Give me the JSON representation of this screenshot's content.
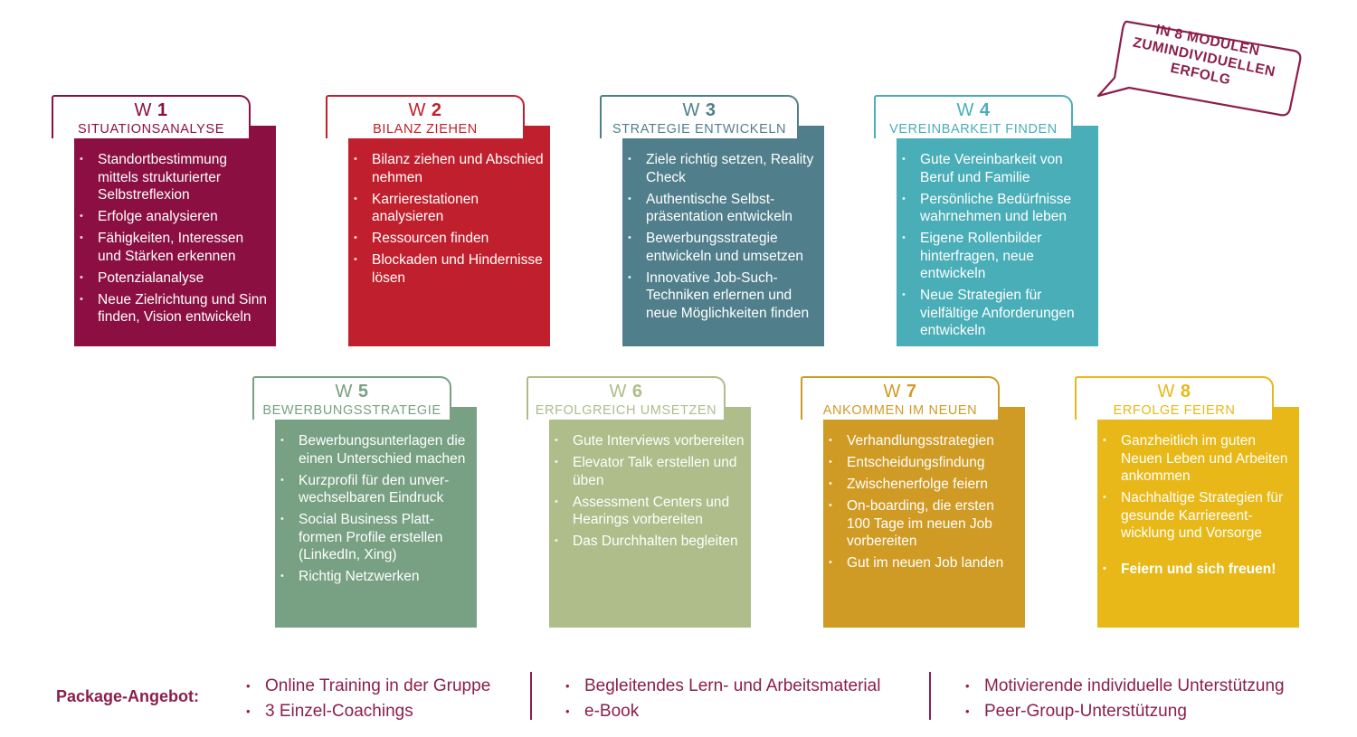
{
  "colors": {
    "brand": "#8b1f4b",
    "w1": "#8b1041",
    "w2": "#c0202d",
    "w3": "#507f8b",
    "w4": "#4aaeb8",
    "w5": "#77a182",
    "w6": "#aebd8a",
    "w7": "#d09b25",
    "w8": "#e8b818"
  },
  "bubble": {
    "lines": [
      "IN 8 MODULEN",
      "ZUMINDIVIDUELLEN",
      "ERFOLG"
    ]
  },
  "modules": [
    {
      "prefix": "W",
      "number": "1",
      "title": "SITUATIONSANALYSE",
      "items": [
        "Standortbestimmung mittels strukturierter Selbstreflexion",
        "Erfolge analysieren",
        "Fähigkeiten, Interessen und Stärken erkennen",
        "Potenzialanalyse",
        "Neue Zielrichtung und Sinn finden, Vision entwickeln"
      ]
    },
    {
      "prefix": "W",
      "number": "2",
      "title": "BILANZ ZIEHEN",
      "items": [
        "Bilanz ziehen und Abschied nehmen",
        "Karrierestationen analysieren",
        "Ressourcen finden",
        "Blockaden und Hindernisse lösen"
      ]
    },
    {
      "prefix": "W",
      "number": "3",
      "title": "STRATEGIE ENTWICKELN",
      "items": [
        "Ziele richtig setzen, Reality Check",
        "Authentische Selbst-präsentation entwickeln",
        "Bewerbungsstrategie entwickeln und umsetzen",
        "Innovative Job-Such-Techniken erlernen und neue Möglichkeiten finden"
      ]
    },
    {
      "prefix": "W",
      "number": "4",
      "title": "VEREINBARKEIT FINDEN",
      "items": [
        "Gute Vereinbarkeit von Beruf und Familie",
        "Persönliche Bedürfnisse wahrnehmen und leben",
        "Eigene Rollenbilder hinterfragen, neue entwickeln",
        "Neue Strategien für vielfältige Anforderungen entwickeln"
      ]
    },
    {
      "prefix": "W",
      "number": "5",
      "title": "BEWERBUNGSSTRATEGIE",
      "items": [
        "Bewerbungsunterlagen die einen Unterschied machen",
        "Kurzprofil für den unver-wechselbaren Eindruck",
        "Social Business Platt-formen Profile erstellen (LinkedIn, Xing)",
        "Richtig Netzwerken"
      ]
    },
    {
      "prefix": "W",
      "number": "6",
      "title": "ERFOLGREICH UMSETZEN",
      "items": [
        "Gute Interviews vorbereiten",
        "Elevator Talk erstellen und üben",
        "Assessment Centers und Hearings vorbereiten",
        "Das Durchhalten begleiten"
      ]
    },
    {
      "prefix": "W",
      "number": "7",
      "title": "ANKOMMEN IM NEUEN",
      "items": [
        "Verhandlungsstrategien",
        "Entscheidungsfindung",
        "Zwischenerfolge feiern",
        "On-boarding, die ersten 100 Tage im neuen Job vorbereiten",
        "Gut im neuen Job landen"
      ]
    },
    {
      "prefix": "W",
      "number": "8",
      "title": "ERFOLGE FEIERN",
      "items": [
        "Ganzheitlich im guten Neuen Leben und Arbeiten ankommen",
        "Nachhaltige Strategien für gesunde Karriereent-wicklung  und Vorsorge",
        "Feiern und sich freuen!"
      ]
    }
  ],
  "package": {
    "title": "Package-Angebot:",
    "columns": [
      [
        "Online Training in der Gruppe",
        "3 Einzel-Coachings"
      ],
      [
        "Begleitendes Lern- und Arbeitsmaterial",
        "e-Book"
      ],
      [
        "Motivierende individuelle Unterstützung",
        "Peer-Group-Unterstützung"
      ]
    ]
  }
}
